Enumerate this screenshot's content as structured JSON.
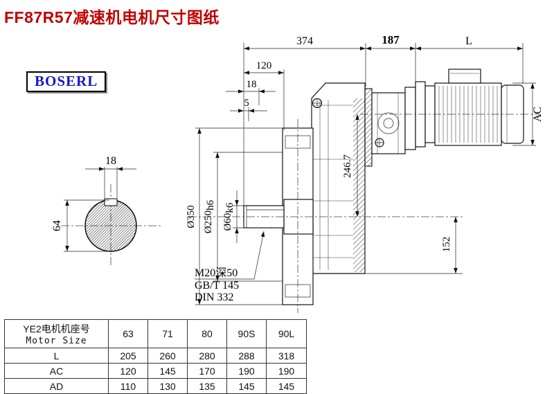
{
  "page": {
    "title": "FF87R57减速机电机尺寸图纸",
    "brand": "BOSERL"
  },
  "colors": {
    "title_red": "#c00000",
    "brand_blue": "#1717c9",
    "line_black": "#111111"
  },
  "dims": {
    "top374": "374",
    "top187": "187",
    "topL": "L",
    "d120": "120",
    "d18": "18",
    "d5": "5",
    "ac": "AC",
    "axis_height": "246.7",
    "h152": "152",
    "dia350": "Ø350",
    "dia250": "Ø250",
    "dia250_tol": "h6",
    "dia60": "Ø60",
    "dia60_tol": "k6",
    "key_width": "18",
    "shaft_height": "64",
    "note_m20": "M20深50",
    "note_gbt": "GB/T 145",
    "note_din": "DIN 332"
  },
  "table": {
    "header": {
      "cn": "YE2电机机座号",
      "en": "Motor Size"
    },
    "sizes": [
      "63",
      "71",
      "80",
      "90S",
      "90L"
    ],
    "rows": [
      {
        "label": "L",
        "values": [
          "205",
          "260",
          "280",
          "288",
          "318"
        ]
      },
      {
        "label": "AC",
        "values": [
          "120",
          "145",
          "170",
          "190",
          "190"
        ]
      },
      {
        "label": "AD",
        "values": [
          "110",
          "130",
          "135",
          "145",
          "145"
        ]
      }
    ]
  }
}
